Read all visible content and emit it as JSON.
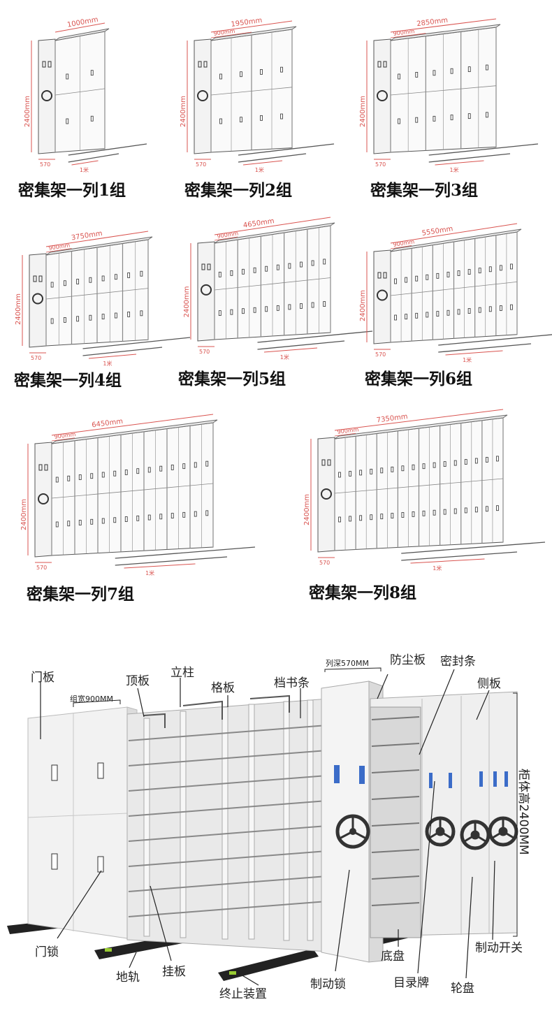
{
  "variants": [
    {
      "width": "1000mm",
      "height": "2400mm",
      "depth": "570",
      "rail": "1米",
      "caption": "密集架一列1组"
    },
    {
      "width": "1950mm",
      "sub": "900mm",
      "height": "2400mm",
      "depth": "570",
      "rail": "1米",
      "caption": "密集架一列2组"
    },
    {
      "width": "2850mm",
      "sub": "900mm",
      "height": "2400mm",
      "depth": "570",
      "rail": "1米",
      "caption": "密集架一列3组"
    },
    {
      "width": "3750mm",
      "sub": "900mm",
      "height": "2400mm",
      "depth": "570",
      "rail": "1米",
      "caption": "密集架一列4组"
    },
    {
      "width": "4650mm",
      "sub": "900mm",
      "height": "2400mm",
      "depth": "570",
      "rail": "1米",
      "caption": "密集架一列5组"
    },
    {
      "width": "5550mm",
      "sub": "900mm",
      "height": "2400mm",
      "depth": "570",
      "rail": "1米",
      "caption": "密集架一列6组"
    },
    {
      "width": "6450mm",
      "sub": "900mm",
      "height": "2400mm",
      "depth": "570",
      "rail": "1米",
      "caption": "密集架一列7组"
    },
    {
      "width": "7350mm",
      "sub": "900mm",
      "height": "2400mm",
      "depth": "570",
      "rail": "1米",
      "caption": "密集架一列8组"
    }
  ],
  "parts": {
    "door_panel": "门板",
    "top_panel": "顶板",
    "column": "立柱",
    "shelf": "格板",
    "file_bar": "档书条",
    "dust_board": "防尘板",
    "seal_strip": "密封条",
    "side_panel": "侧板",
    "group_width": "组宽900MM",
    "column_depth": "列深570MM",
    "cabinet_height": "柜体高2400MM",
    "door_lock": "门锁",
    "ground_rail": "地轨",
    "hanging_board": "挂板",
    "stop_device": "终止装置",
    "brake_lock": "制动锁",
    "base_tray": "底盘",
    "directory_plate": "目录牌",
    "hand_wheel": "轮盘",
    "brake_switch": "制动开关"
  }
}
